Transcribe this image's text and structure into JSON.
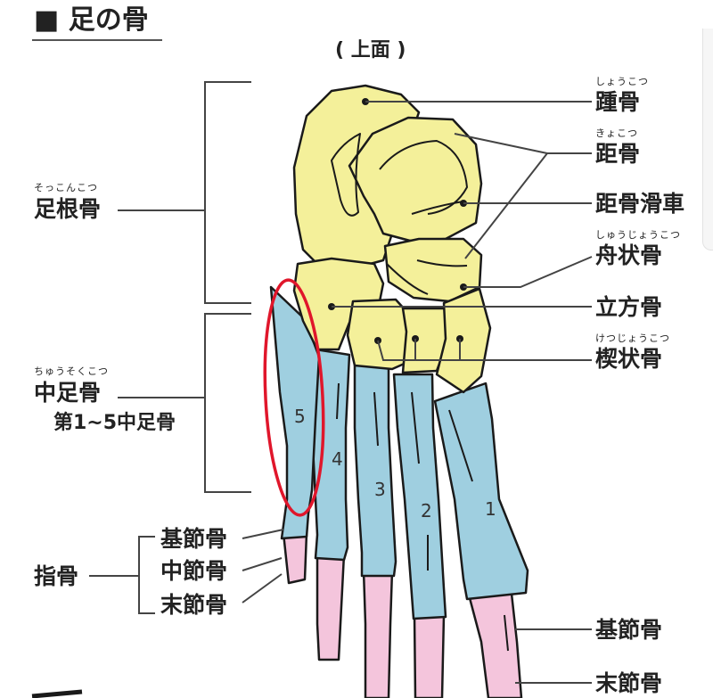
{
  "title": "■ 足の骨",
  "view_label": "( 上面 )",
  "left_labels": {
    "tarsals": "足根骨",
    "tarsals_ruby": "そっこんこつ",
    "metatarsals": "中足骨",
    "metatarsals_ruby": "ちゅうそくこつ",
    "metatarsals_sub": "第1~5中足骨",
    "phalanges": "指骨",
    "proximal": "基節骨",
    "middle": "中節骨",
    "distal": "末節骨"
  },
  "right_labels": {
    "calcaneus": "踵骨",
    "calcaneus_ruby": "しょうこつ",
    "talus": "距骨",
    "talus_ruby": "きょこつ",
    "trochlea": "距骨滑車",
    "navicular": "舟状骨",
    "navicular_ruby": "しゅうじょうこつ",
    "cuboid": "立方骨",
    "cuneiform": "楔状骨",
    "cuneiform_ruby": "けつじょうこつ",
    "proximal": "基節骨",
    "distal": "末節骨"
  },
  "metatarsal_numbers": [
    "5",
    "4",
    "3",
    "2",
    "1"
  ],
  "colors": {
    "tarsal_fill": "#f4f09a",
    "metatarsal_fill": "#9fcfe0",
    "phalanx_fill": "#f4c5dc",
    "highlight_ellipse": "#e0162b",
    "outline": "#1a1a1a",
    "leader_line": "#444444"
  }
}
